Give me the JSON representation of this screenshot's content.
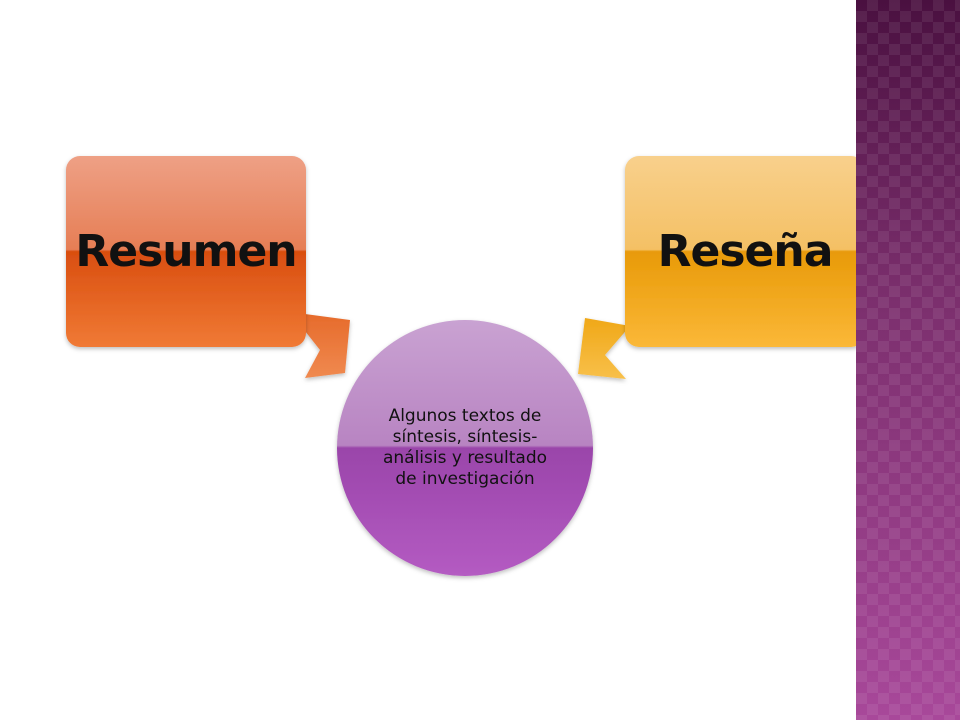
{
  "diagram": {
    "left_box": {
      "label": "Resumen",
      "color": "#e0561a"
    },
    "right_box": {
      "label": "Reseña",
      "color": "#f0a818"
    },
    "center_circle": {
      "label": "Algunos textos de síntesis, síntesis-análisis y resultado de investigación",
      "color": "#9c4aa8"
    }
  },
  "side_panel": {
    "color": "#7a2e6c"
  }
}
